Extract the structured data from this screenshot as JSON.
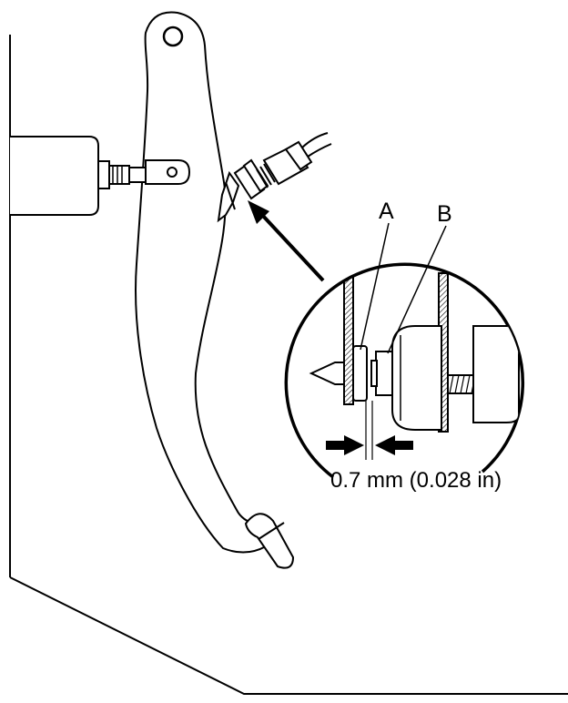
{
  "labels": {
    "a": "A",
    "b": "B"
  },
  "dimension": {
    "text": "0.7 mm (0.028 in)"
  },
  "colors": {
    "line": "#000000",
    "background": "#ffffff"
  }
}
